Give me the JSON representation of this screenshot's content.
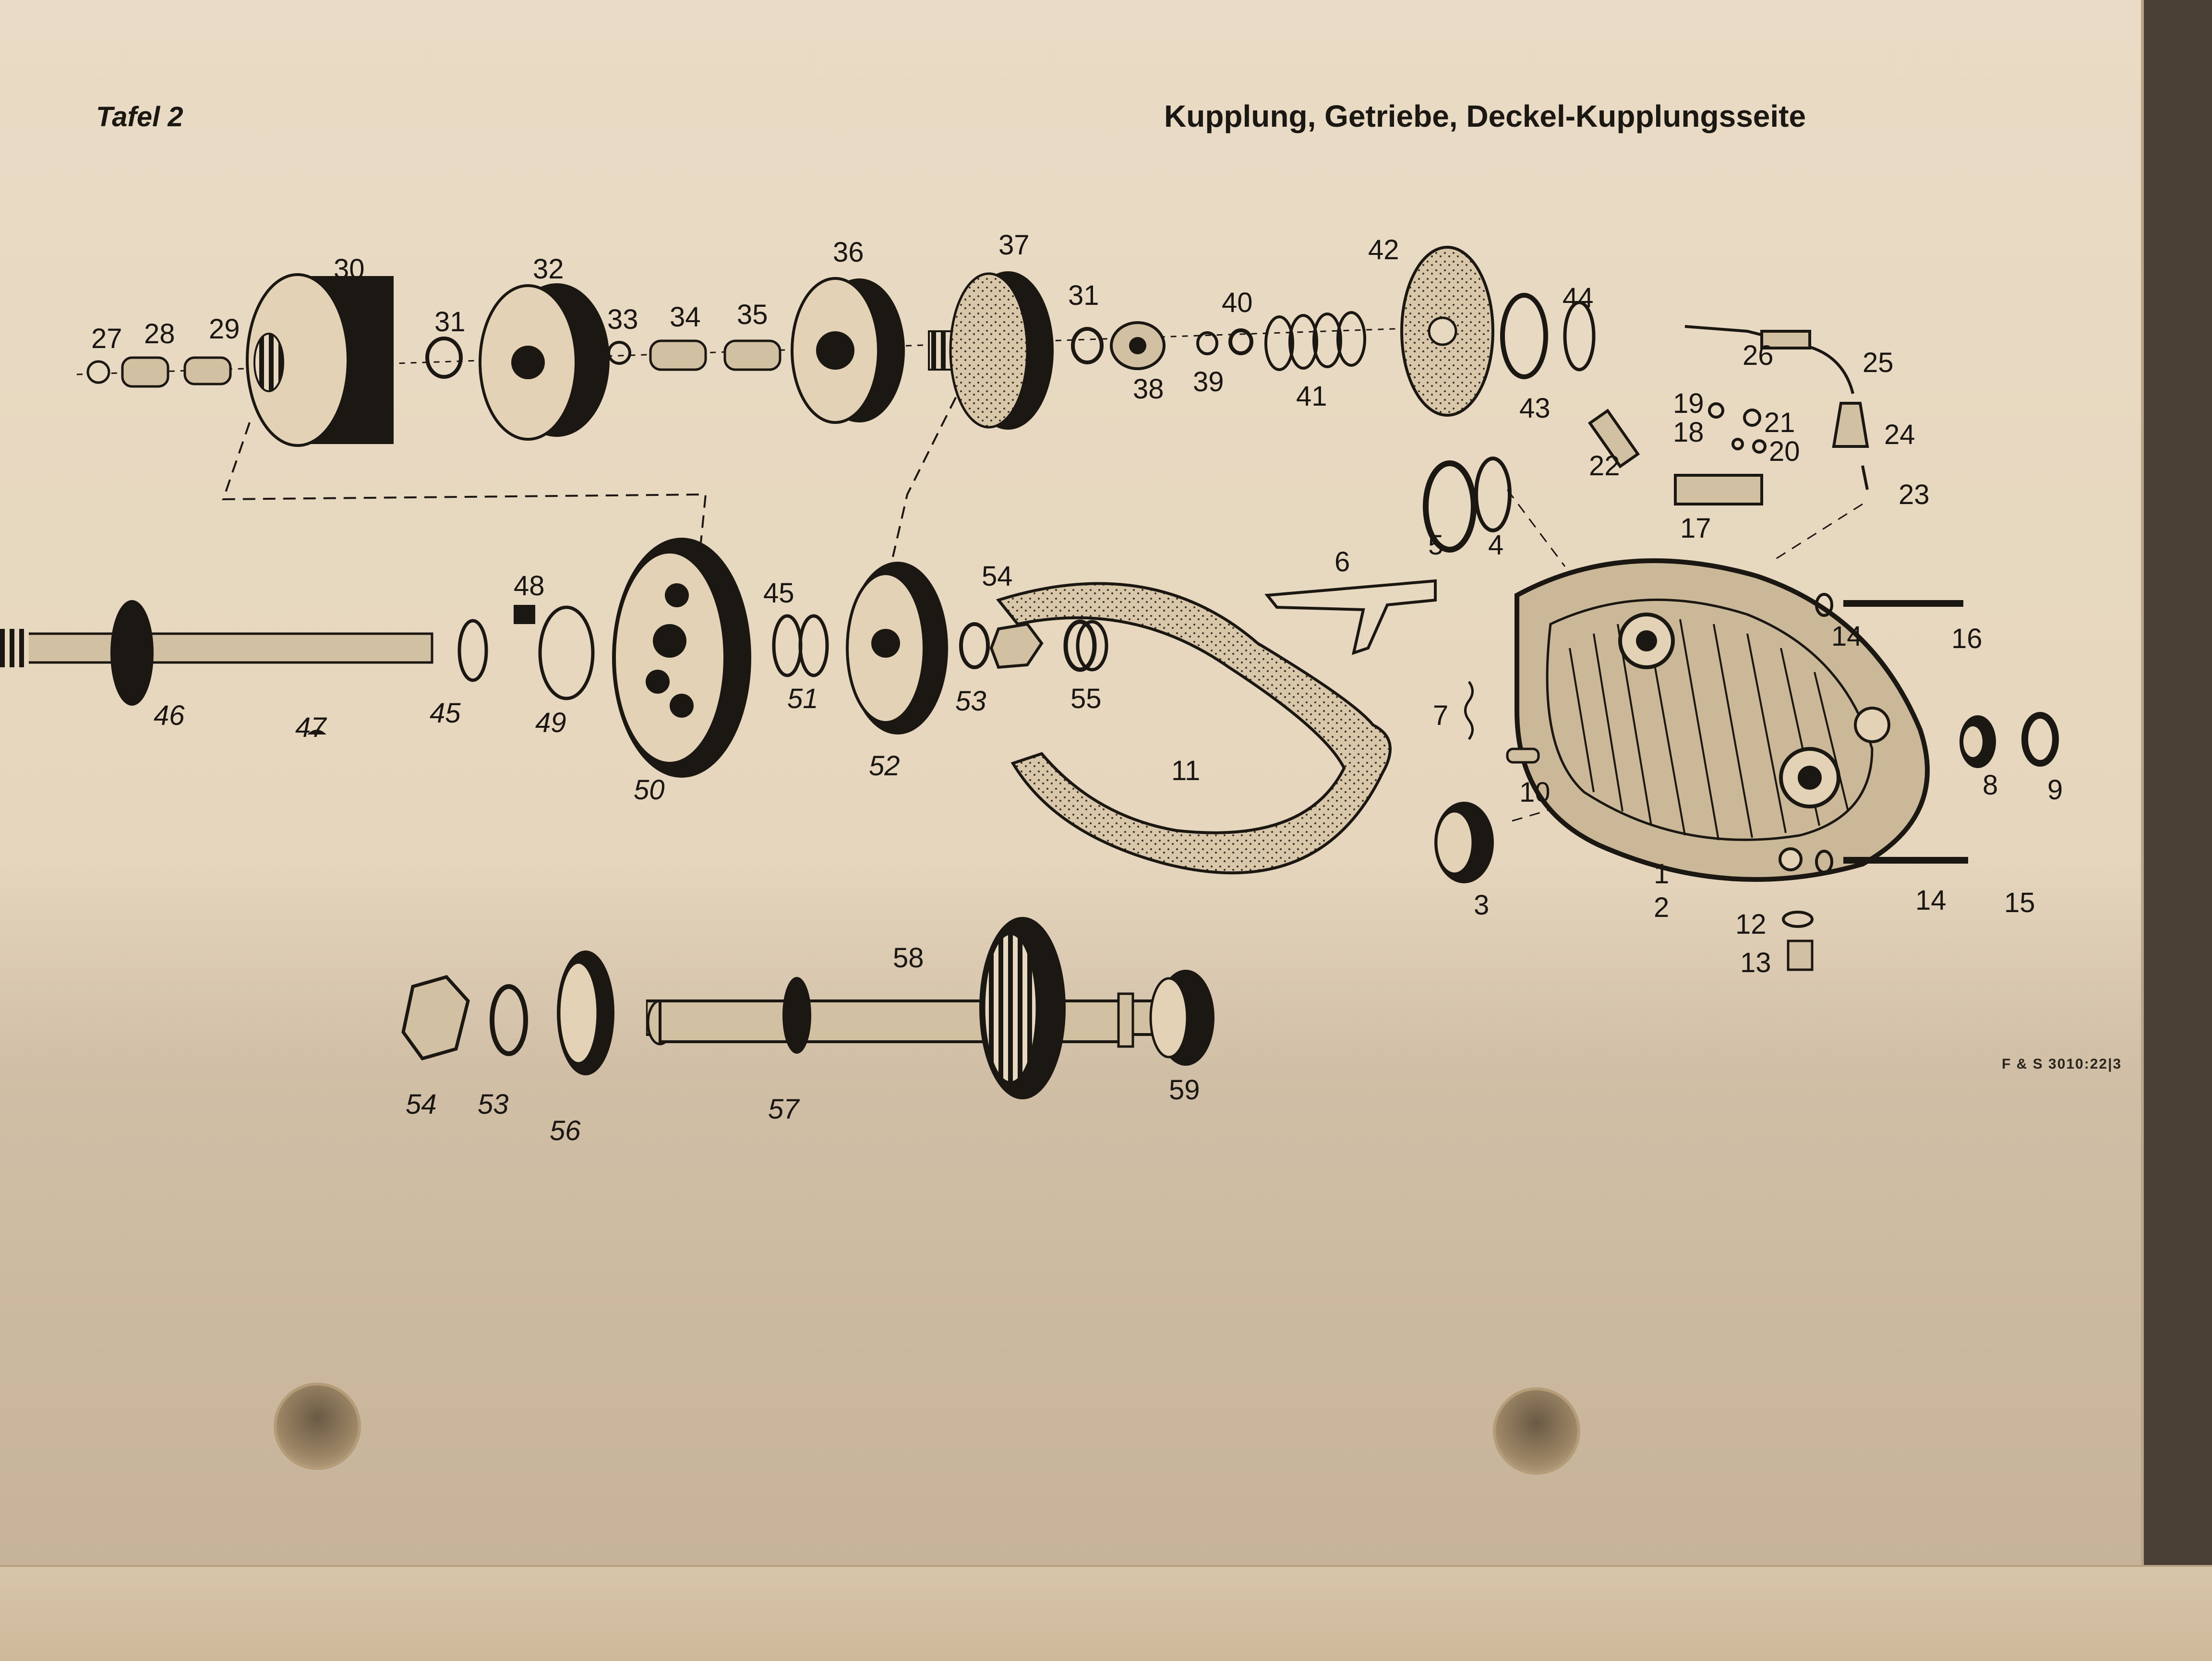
{
  "header": {
    "plate": "Tafel 2",
    "title": "Kupplung, Getriebe, Deckel-Kupplungsseite"
  },
  "footer_code": "F & S 3010:22|3",
  "part_labels": [
    "1",
    "2",
    "3",
    "4",
    "5",
    "6",
    "7",
    "8",
    "9",
    "10",
    "11",
    "12",
    "13",
    "14",
    "14",
    "15",
    "16",
    "17",
    "18",
    "19",
    "20",
    "21",
    "22",
    "23",
    "24",
    "25",
    "26",
    "27",
    "28",
    "29",
    "30",
    "31",
    "31",
    "32",
    "33",
    "34",
    "35",
    "36",
    "37",
    "38",
    "39",
    "40",
    "41",
    "42",
    "43",
    "44",
    "45",
    "45",
    "46",
    "47",
    "48",
    "49",
    "50",
    "51",
    "52",
    "53",
    "53",
    "54",
    "54",
    "55",
    "56",
    "57",
    "58",
    "59"
  ]
}
